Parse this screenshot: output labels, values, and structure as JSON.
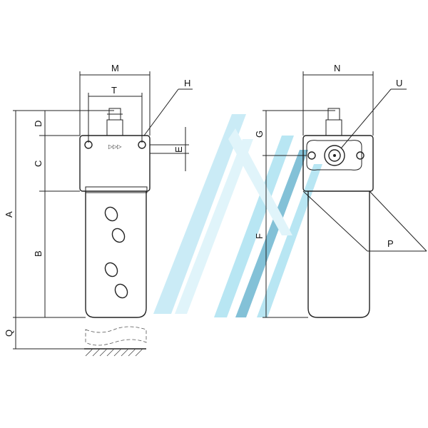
{
  "drawing": {
    "front_view_labels": {
      "M": "M",
      "T": "T",
      "H": "H",
      "D": "D",
      "C": "C",
      "E": "E",
      "A": "A",
      "B": "B",
      "Q": "Q"
    },
    "side_view_labels": {
      "N": "N",
      "U": "U",
      "G": "G",
      "F": "F",
      "P": "P"
    },
    "flow_arrow_symbol": "▷▷▷"
  },
  "watermark": {
    "colors": [
      "#7fd3ea",
      "#b9e6f2",
      "#1f8fb8"
    ]
  }
}
